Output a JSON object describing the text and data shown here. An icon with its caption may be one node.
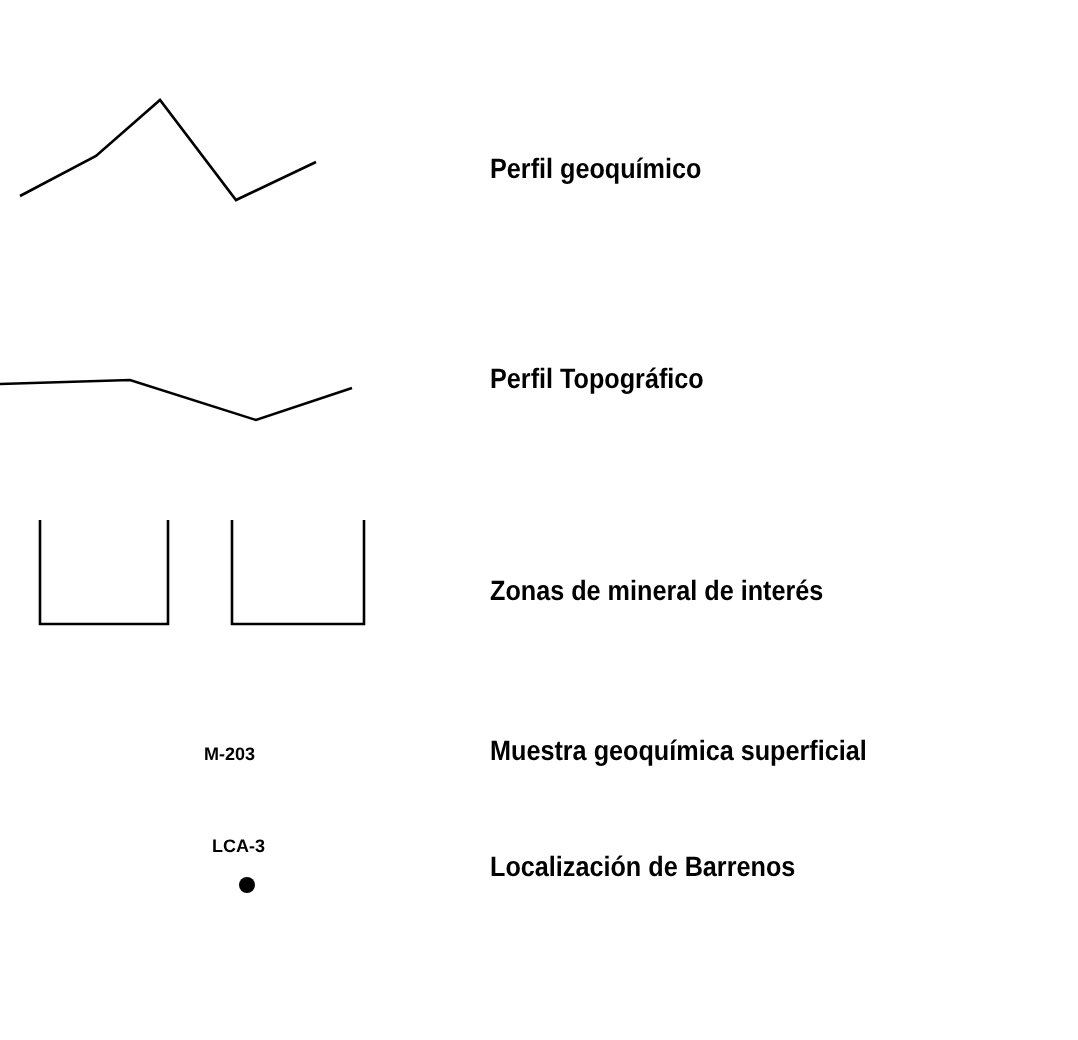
{
  "diagram": {
    "legend": [
      {
        "text": "Perfil geoquímico"
      },
      {
        "text": "Perfil Topográfico"
      },
      {
        "text": "Zonas de mineral de interés"
      },
      {
        "text": "Muestra geoquímica superficial"
      },
      {
        "text": "Localización de Barrenos"
      }
    ],
    "labels": [
      "M-203",
      "LCA-3"
    ]
  }
}
